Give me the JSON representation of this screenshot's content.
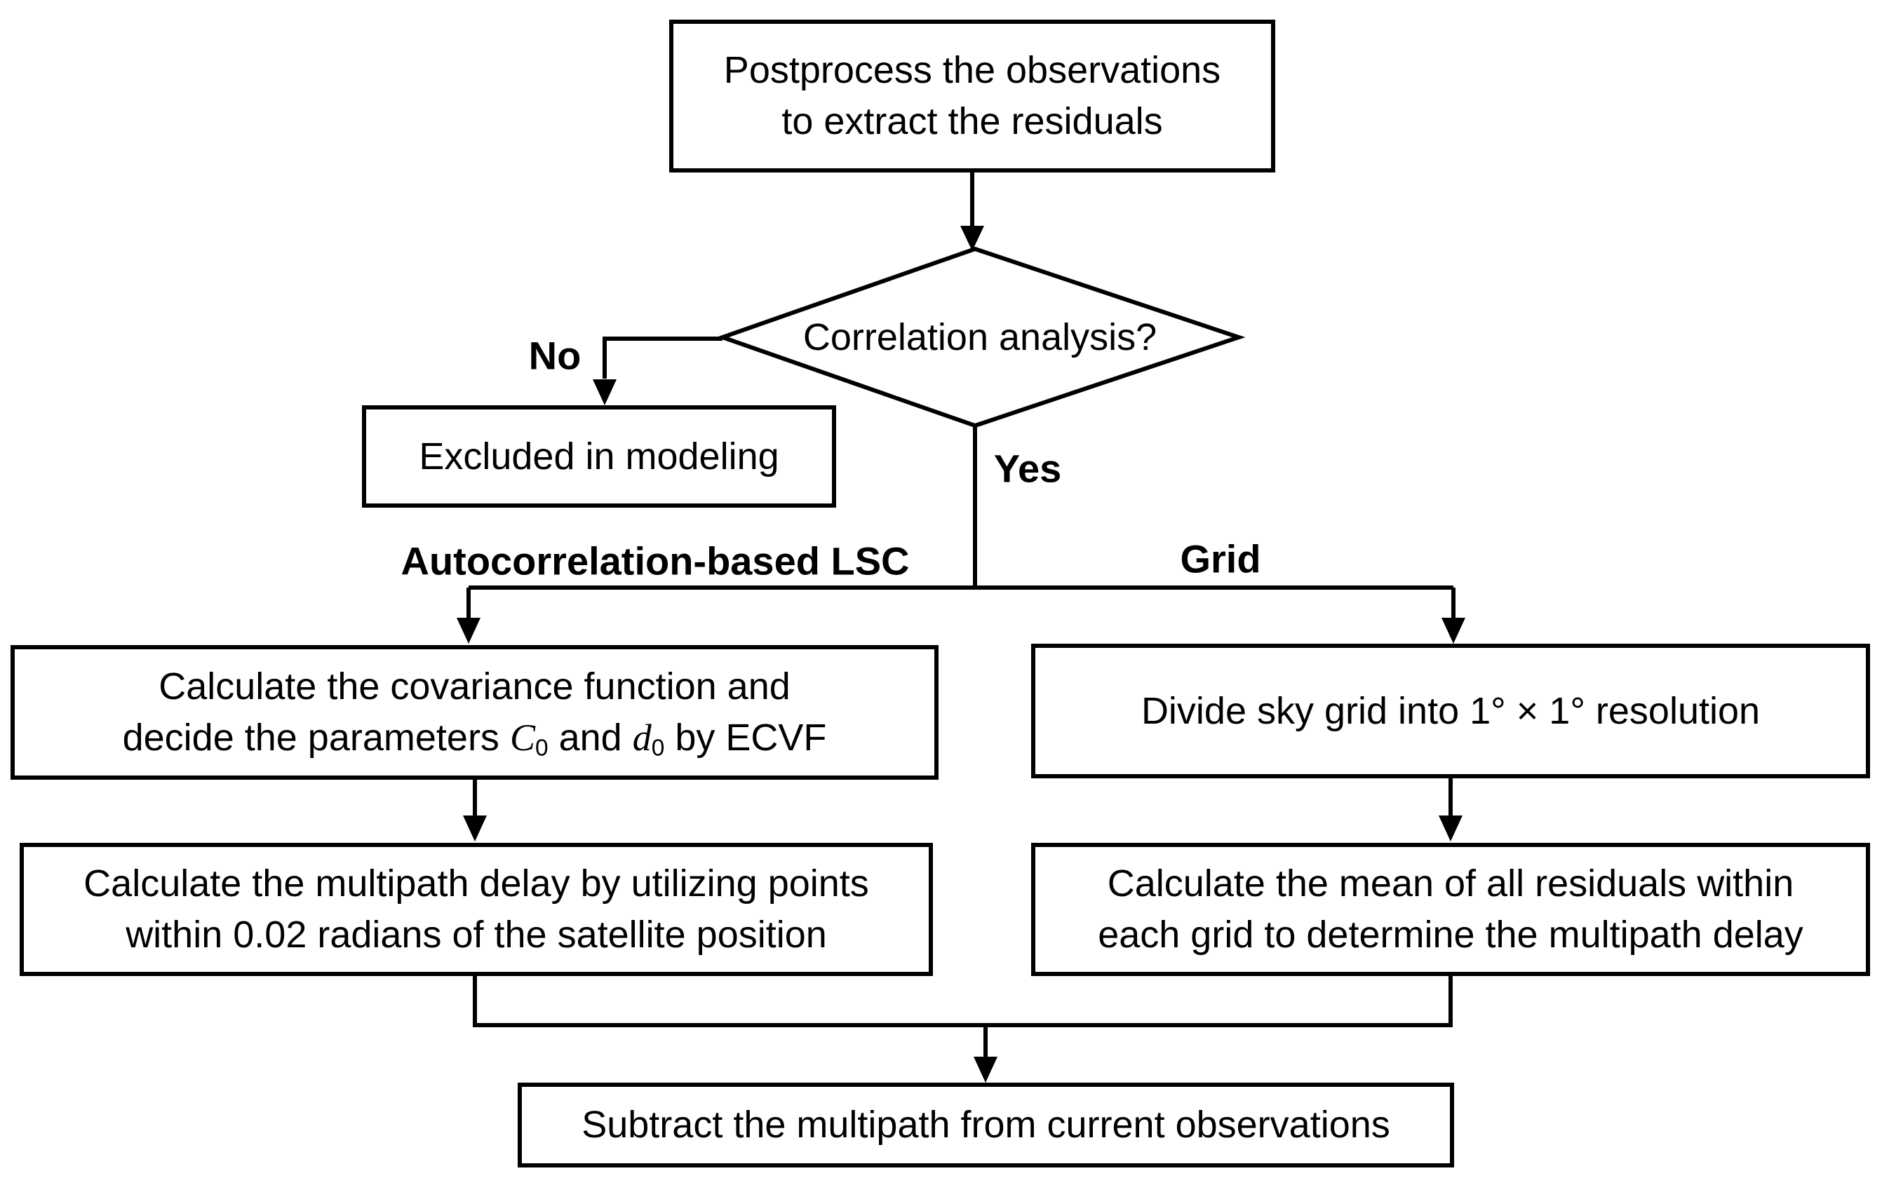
{
  "canvas": {
    "background": "#ffffff",
    "line_color": "#000000"
  },
  "nodes": {
    "postprocess": {
      "line1": "Postprocess the observations",
      "line2": "to extract the residuals"
    },
    "decision": {
      "label": "Correlation analysis?"
    },
    "excluded": {
      "label": "Excluded in modeling"
    },
    "branch_labels": {
      "no": "No",
      "yes": "Yes",
      "lsc": "Autocorrelation-based LSC",
      "grid": "Grid"
    },
    "lsc_step1": {
      "line1": "Calculate the covariance function and",
      "line2": {
        "prefix": "decide the parameters ",
        "var1": "C",
        "sub1": "0",
        "mid": " and ",
        "var2": "d",
        "sub2": "0",
        "suffix": " by ECVF"
      }
    },
    "grid_step1": {
      "label": "Divide sky grid into 1° × 1° resolution"
    },
    "lsc_step2": {
      "line1": "Calculate the multipath delay by utilizing points",
      "line2": "within 0.02 radians of the satellite position"
    },
    "grid_step2": {
      "line1": "Calculate the mean of all residuals within",
      "line2": "each grid to determine the multipath delay"
    },
    "final": {
      "label": "Subtract the multipath from current observations"
    }
  }
}
